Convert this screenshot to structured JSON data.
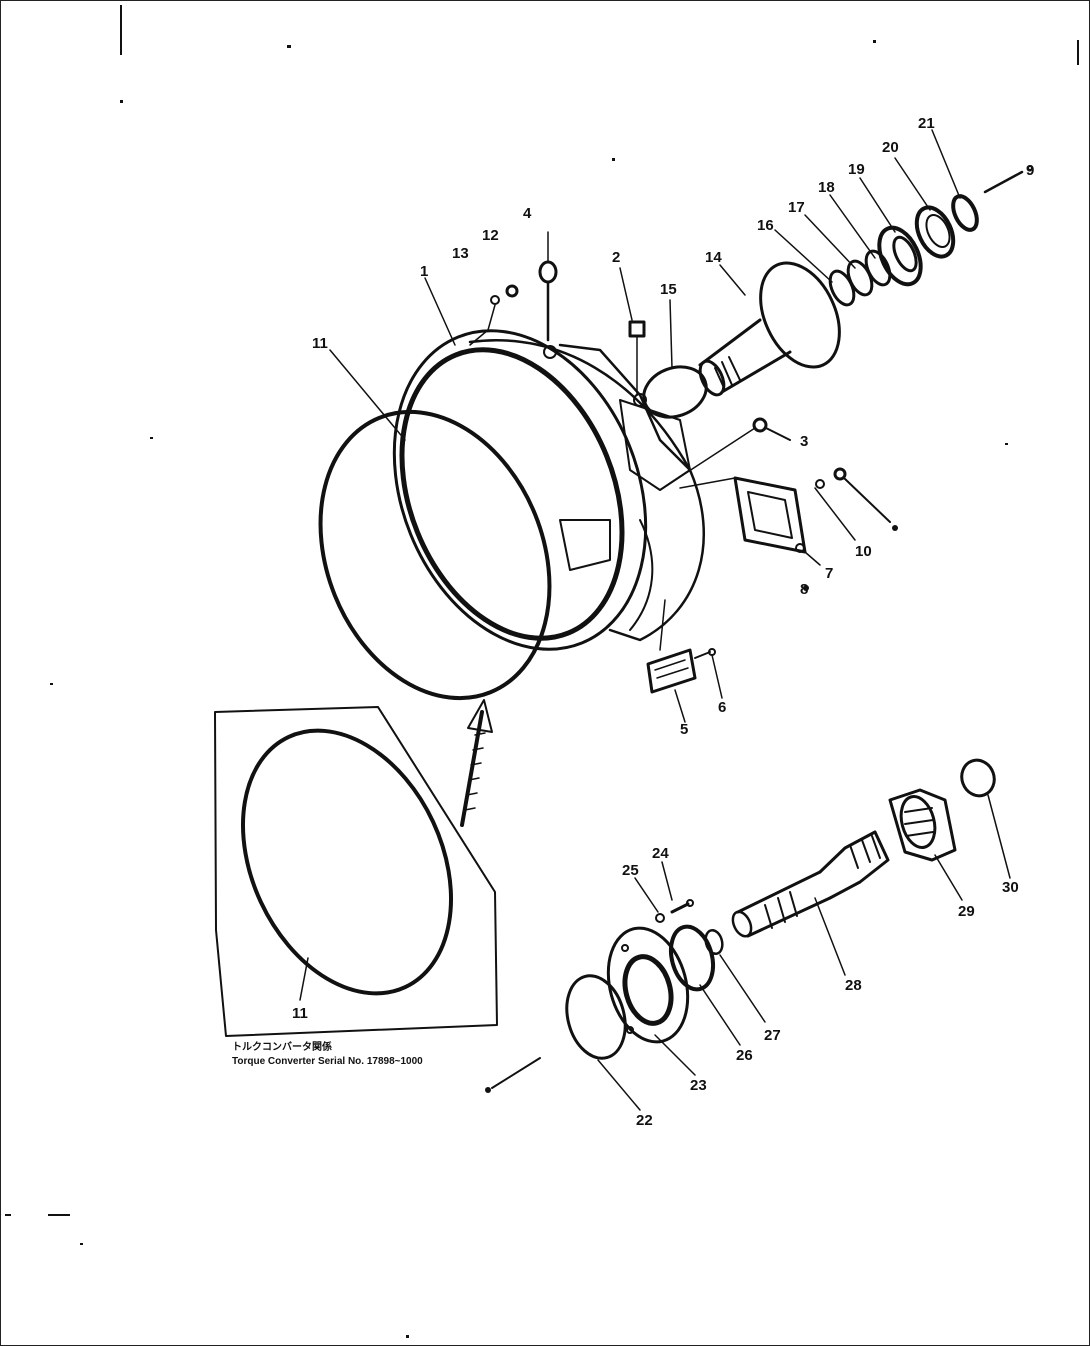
{
  "labels": {
    "p1": "1",
    "p2": "2",
    "p3": "3",
    "p4": "4",
    "p5": "5",
    "p6": "6",
    "p7": "7",
    "p8": "8",
    "p9": "9",
    "p10": "10",
    "p11": "11",
    "p11b": "11",
    "p12": "12",
    "p13": "13",
    "p14": "14",
    "p15": "15",
    "p16": "16",
    "p17": "17",
    "p18": "18",
    "p19": "19",
    "p20": "20",
    "p21": "21",
    "p22": "22",
    "p23": "23",
    "p24": "24",
    "p25": "25",
    "p26": "26",
    "p27": "27",
    "p28": "28",
    "p29": "29",
    "p30": "30"
  },
  "inset_note": {
    "line1": "トルクコンバータ関係",
    "line2": "Torque Converter Serial No. 17898~1000"
  }
}
